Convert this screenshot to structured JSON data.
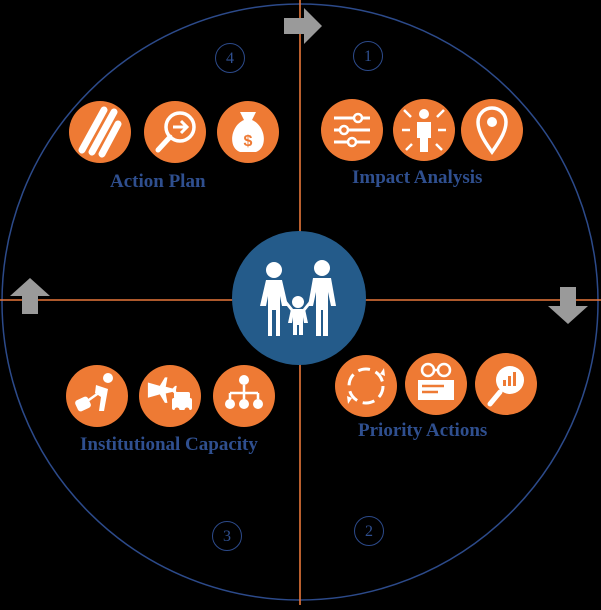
{
  "quadrants": [
    {
      "id": 1,
      "number": "1",
      "label": "Impact Analysis",
      "icons": [
        "sliders-icon",
        "person-radiating-icon",
        "location-pin-icon"
      ]
    },
    {
      "id": 2,
      "number": "2",
      "label": "Priority Actions",
      "icons": [
        "cycle-arrows-icon",
        "glasses-document-icon",
        "magnifier-chart-icon"
      ]
    },
    {
      "id": 3,
      "number": "3",
      "label": "Institutional Capacity",
      "icons": [
        "person-pulling-luggage-icon",
        "plane-car-icon",
        "hierarchy-icon"
      ]
    },
    {
      "id": 4,
      "number": "4",
      "label": "Action Plan",
      "icons": [
        "parallel-bars-icon",
        "magnifier-arrow-icon",
        "money-bag-icon"
      ]
    }
  ],
  "center_icon": "family-icon",
  "colors": {
    "background": "#000000",
    "circle_stroke": "#2c4a8a",
    "axis": "#e8773a",
    "icon_fill": "#ee7a34",
    "center_fill": "#245b8a",
    "label": "#2f4f8f",
    "arrow": "#9a9a9a"
  }
}
